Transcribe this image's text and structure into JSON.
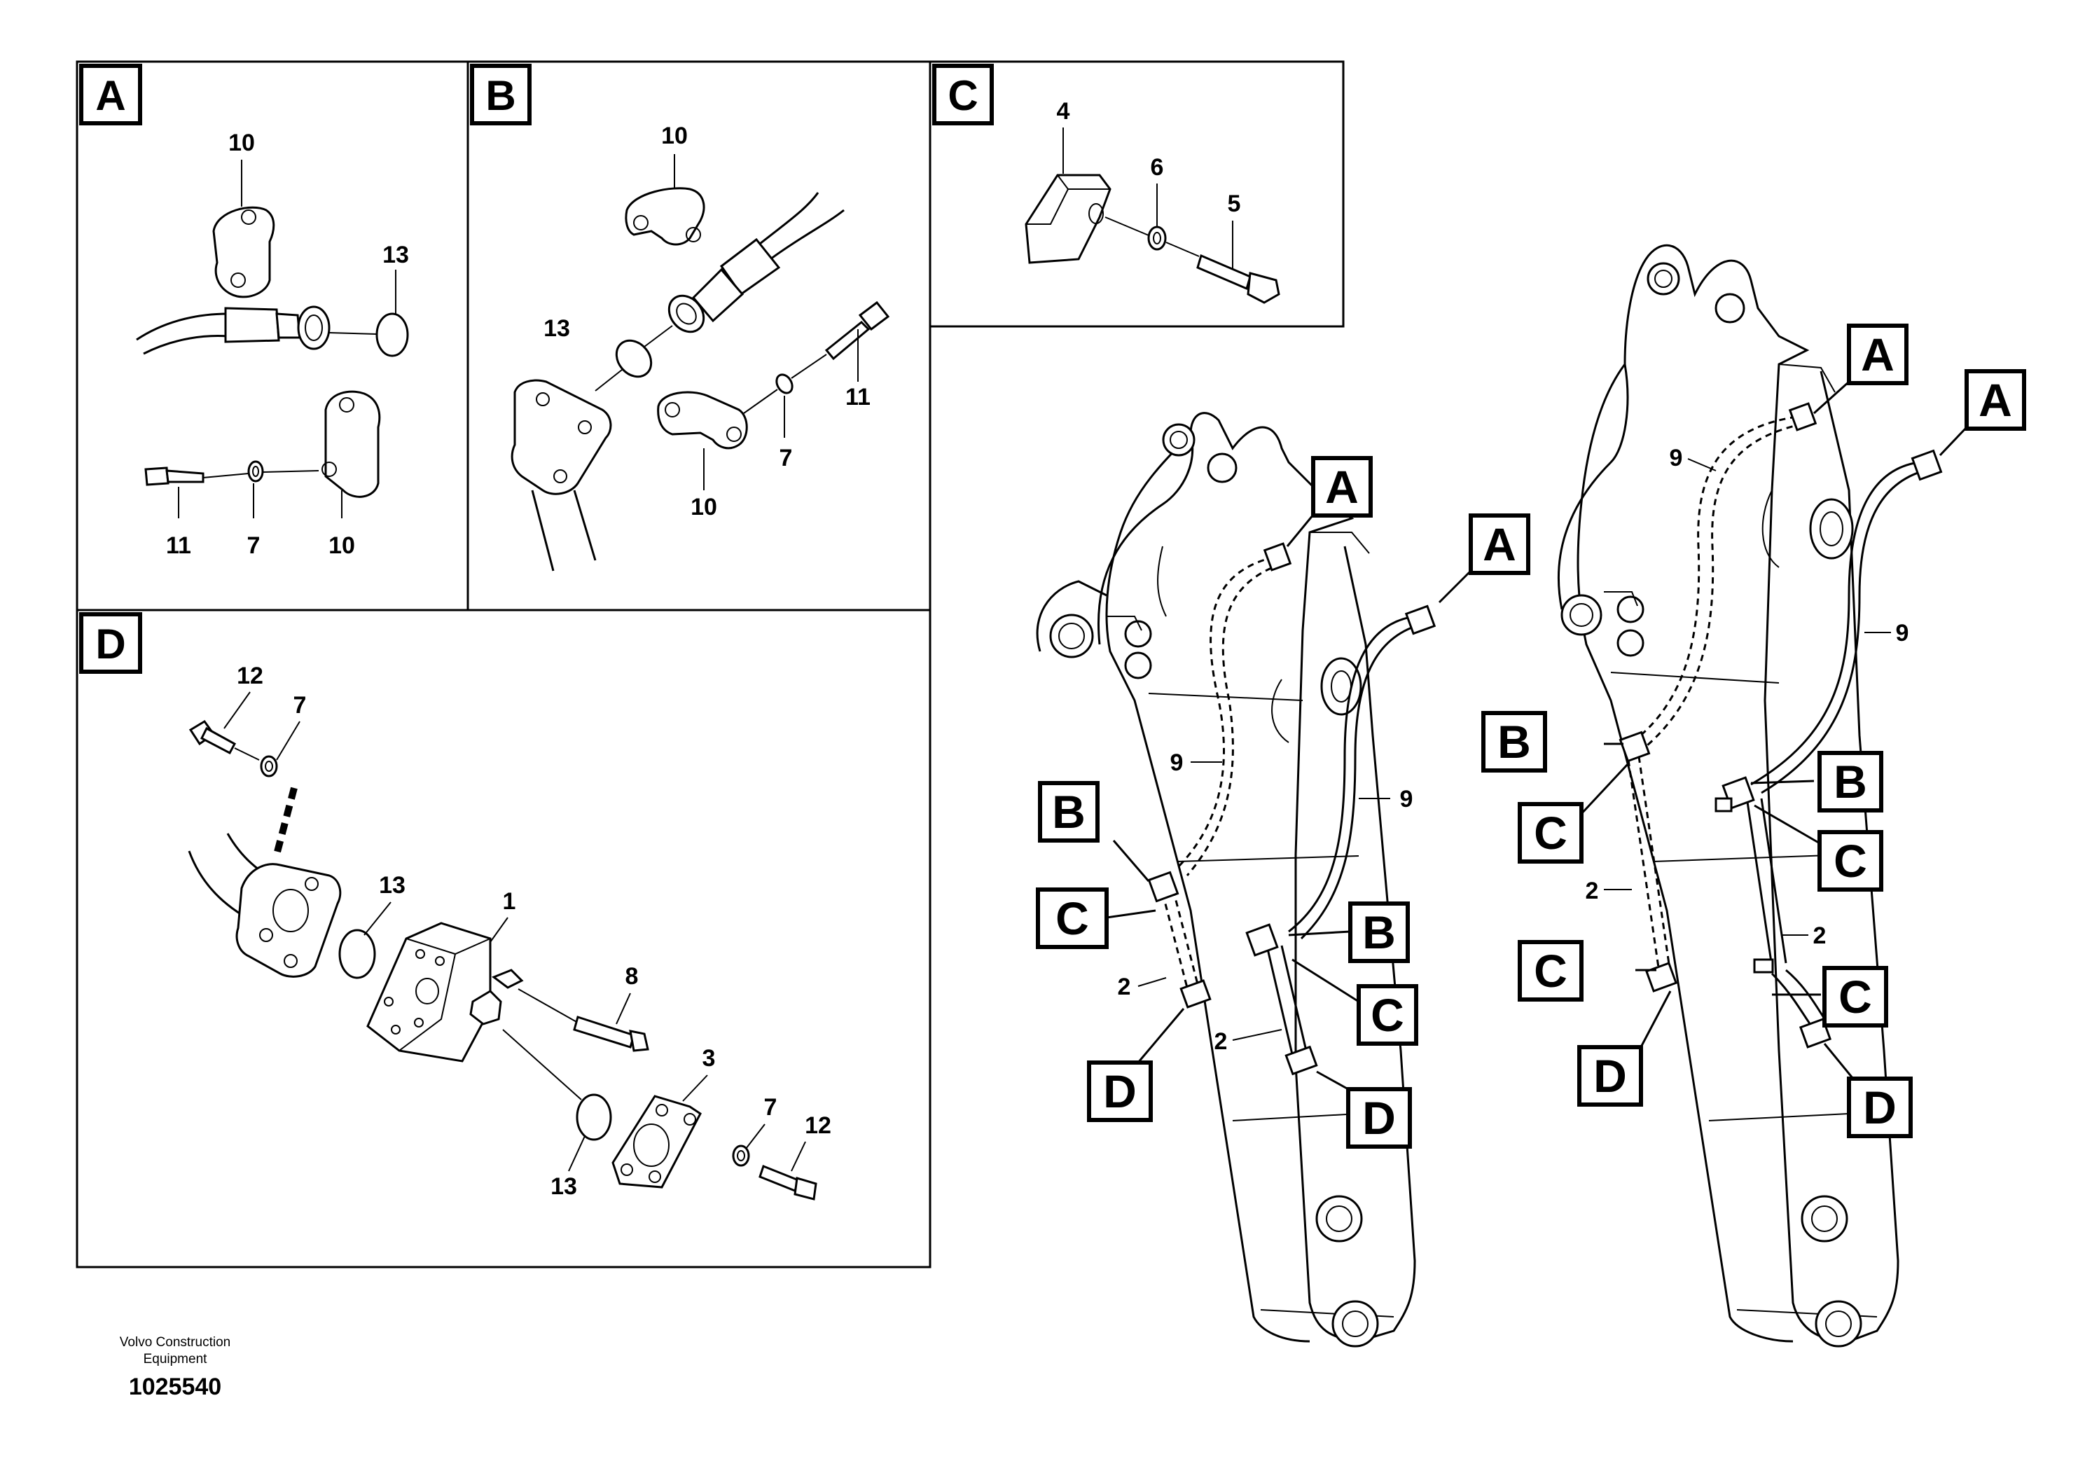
{
  "panels": {
    "a": {
      "letter": "A",
      "labels": [
        "10",
        "13",
        "11",
        "7",
        "10"
      ]
    },
    "b": {
      "letter": "B",
      "labels": [
        "10",
        "13",
        "11",
        "7",
        "10"
      ]
    },
    "c": {
      "letter": "C",
      "labels": [
        "4",
        "6",
        "5"
      ]
    },
    "d": {
      "letter": "D",
      "labels": [
        "12",
        "7",
        "13",
        "1",
        "8",
        "3",
        "7",
        "12",
        "13"
      ]
    }
  },
  "boom_left": {
    "callouts": [
      "A",
      "A",
      "B",
      "C",
      "B",
      "C",
      "D",
      "D"
    ],
    "labels": [
      "9",
      "9",
      "2",
      "2"
    ]
  },
  "boom_right": {
    "callouts": [
      "A",
      "A",
      "B",
      "C",
      "B",
      "C",
      "C",
      "C",
      "D",
      "D"
    ],
    "labels": [
      "9",
      "9",
      "2",
      "2"
    ]
  },
  "footer": {
    "company_line1": "Volvo Construction",
    "company_line2": "Equipment",
    "doc_number": "1025540"
  }
}
